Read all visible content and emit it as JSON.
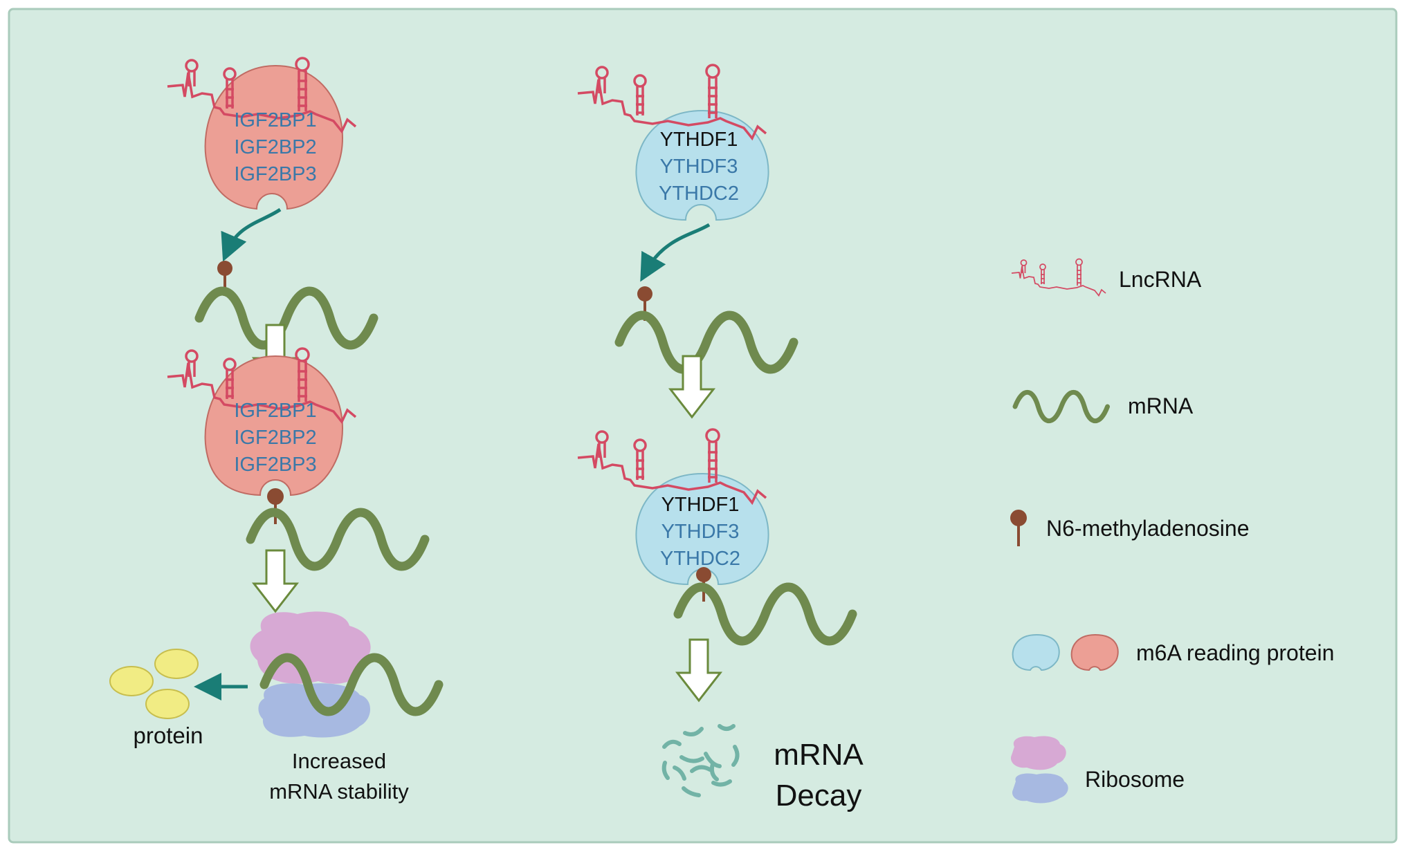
{
  "panel": {
    "background": "#d5ebe1",
    "border": "#a9cbbb"
  },
  "left_pathway": {
    "reader_proteins_top": [
      "IGF2BP1",
      "IGF2BP2",
      "IGF2BP3"
    ],
    "reader_proteins_bottom": [
      "IGF2BP1",
      "IGF2BP2",
      "IGF2BP3"
    ],
    "protein_label": "protein",
    "outcome_line1": "Increased",
    "outcome_line2": "mRNA stability",
    "reader_color": "#ec9f95"
  },
  "right_pathway": {
    "reader_proteins_top": [
      "YTHDF1",
      "YTHDF3",
      "YTHDC2"
    ],
    "reader_proteins_bottom": [
      "YTHDF1",
      "YTHDF3",
      "YTHDC2"
    ],
    "outcome_line1": "mRNA",
    "outcome_line2": "Decay",
    "reader_color": "#b7e0ec"
  },
  "legend": {
    "items": [
      {
        "icon": "lncrna-icon",
        "label": "LncRNA"
      },
      {
        "icon": "mrna-icon",
        "label": "mRNA"
      },
      {
        "icon": "m6a-icon",
        "label": "N6-methyladenosine"
      },
      {
        "icon": "reader-protein-icon",
        "label": "m6A reading protein"
      },
      {
        "icon": "ribosome-icon",
        "label": "Ribosome"
      }
    ]
  },
  "colors": {
    "lncrna": "#d44a63",
    "mrna": "#6f8a4e",
    "m6a": "#8a4b32",
    "teal_arrow": "#1a7d76",
    "protein": "#f1ec84",
    "ribosome_top": "#d7a9d4",
    "ribosome_bottom": "#a7b9e1"
  }
}
